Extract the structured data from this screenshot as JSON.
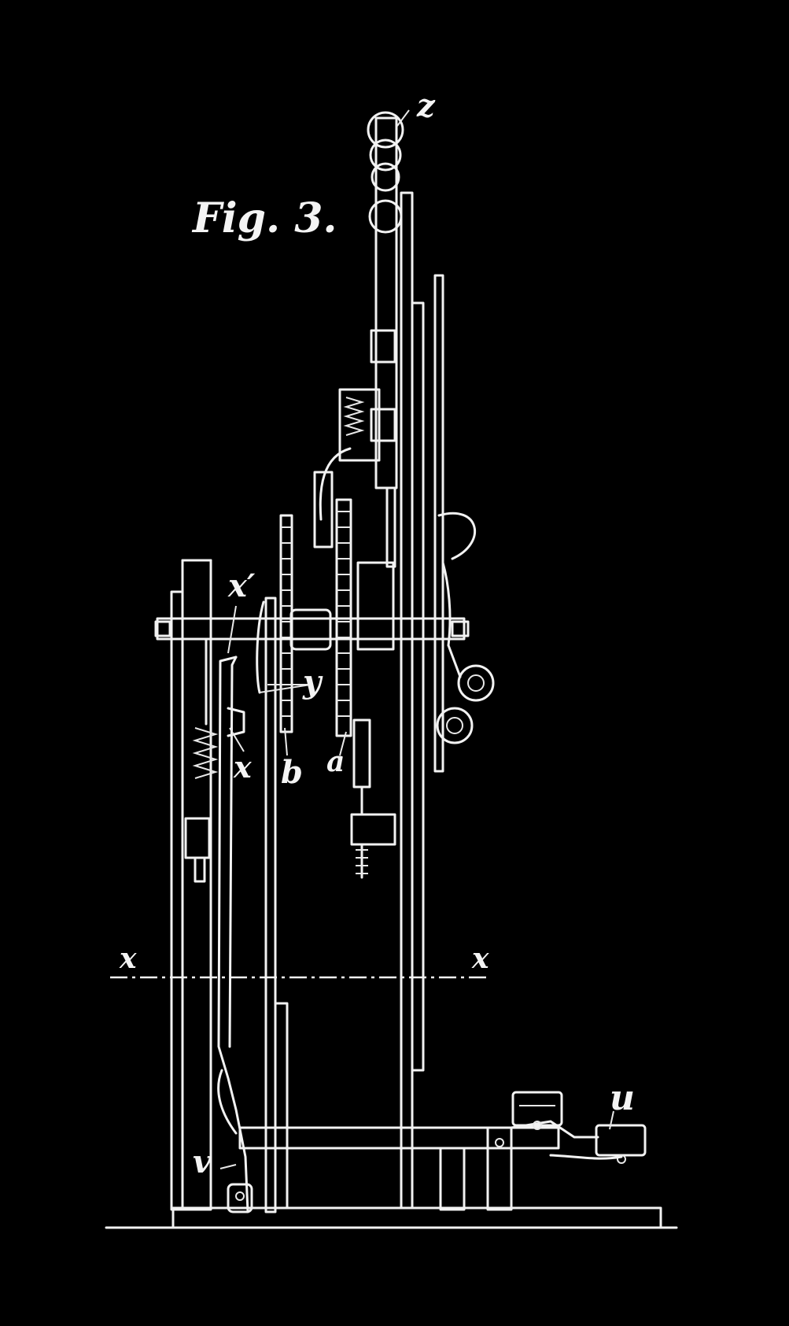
{
  "figure": {
    "title": "Fig. 3.",
    "labels": {
      "z": "z",
      "x_prime": "x′",
      "y": "y",
      "x": "x",
      "b": "b",
      "a": "a",
      "x_left": "x",
      "x_right": "x",
      "u": "u",
      "v": "v"
    }
  },
  "colors": {
    "background": "#000000",
    "ink": "#f2f2f2"
  }
}
